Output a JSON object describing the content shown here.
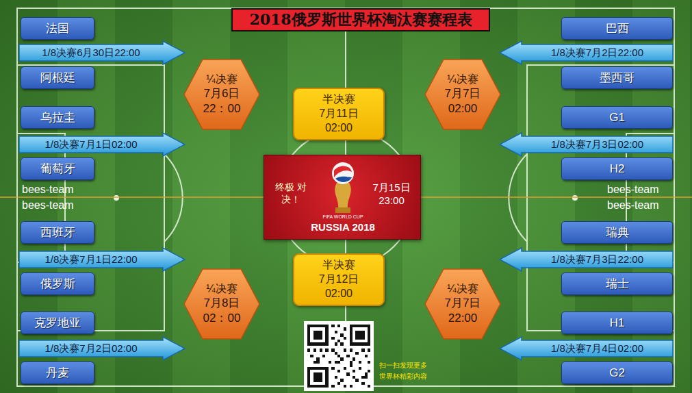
{
  "diagram": {
    "title": "2018俄罗斯世界杯淘汰赛赛程表",
    "nodes": [
      {
        "text": [
          "法国"
        ]
      },
      {
        "text": [
          "1/8决赛6月30日22:00"
        ]
      },
      {
        "text": [
          "阿根廷"
        ]
      },
      {
        "text": [
          "乌拉圭"
        ]
      },
      {
        "text": [
          "1/8决赛7月1日02:00"
        ]
      },
      {
        "text": [
          "葡萄牙"
        ]
      },
      {
        "text": [
          "西班牙"
        ]
      },
      {
        "text": [
          "1/8决赛7月1日22:00"
        ]
      },
      {
        "text": [
          "俄罗斯"
        ]
      },
      {
        "text": [
          "克罗地亚"
        ]
      },
      {
        "text": [
          "1/8决赛7月2日02:00"
        ]
      },
      {
        "text": [
          "丹麦"
        ]
      },
      {
        "text": [
          "¼决赛",
          "7月6日 22：00"
        ]
      },
      {
        "text": [
          "¼决赛",
          "7月8日 02：00"
        ]
      },
      {
        "text": [
          "半决赛",
          "7月11日 02:00"
        ]
      },
      {
        "text": [
          "终极 对决！",
          "7月15日 23:00",
          "FIFA WORLD CUP",
          "RUSSIA 2018"
        ]
      },
      {
        "text": [
          "半决赛",
          "7月12日 02:00"
        ]
      },
      {
        "text": [
          "¼决赛",
          "7月7日 02:00"
        ]
      },
      {
        "text": [
          "¼决赛",
          "7月7日 22:00"
        ]
      },
      {
        "text": [
          "巴西"
        ]
      },
      {
        "text": [
          "1/8决赛7月2日22:00"
        ]
      },
      {
        "text": [
          "墨西哥"
        ]
      },
      {
        "text": [
          "G1"
        ]
      },
      {
        "text": [
          "1/8决赛7月3日02:00"
        ]
      },
      {
        "text": [
          "H2"
        ]
      },
      {
        "text": [
          "瑞典"
        ]
      },
      {
        "text": [
          "1/8决赛7月3日22:00"
        ]
      },
      {
        "text": [
          "瑞士"
        ]
      },
      {
        "text": [
          "H1"
        ]
      },
      {
        "text": [
          "1/8决赛7月4日02:00"
        ]
      },
      {
        "text": [
          "G2"
        ]
      }
    ],
    "labels": [
      "bees-team",
      "bees-team",
      "bees-team",
      "bees-team",
      "扫一扫发现更多 世界杯精彩内容"
    ]
  }
}
